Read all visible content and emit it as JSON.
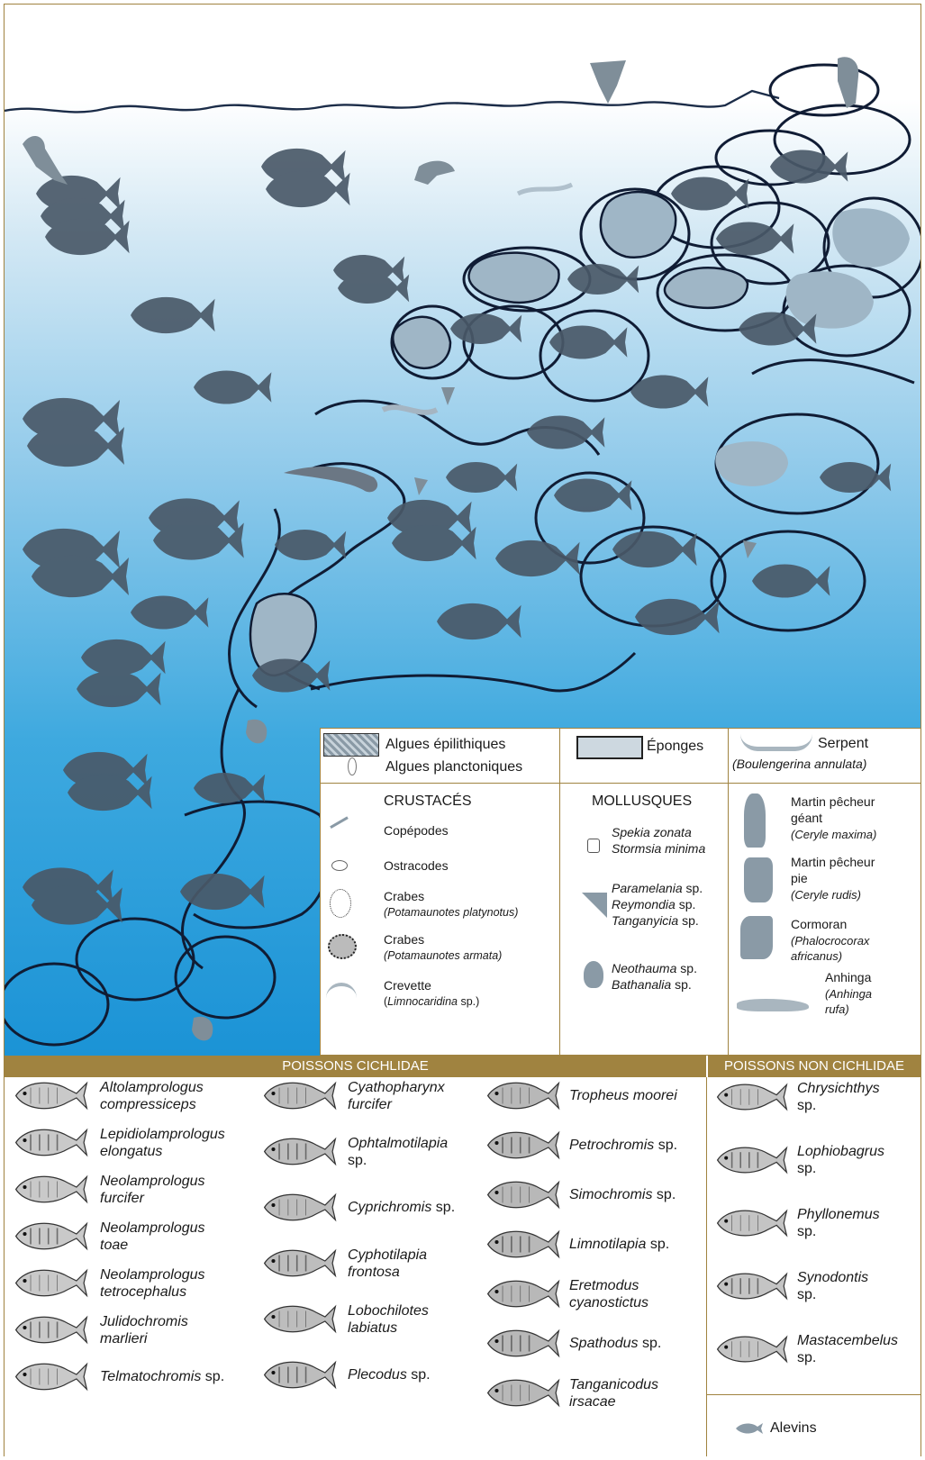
{
  "legend": {
    "algues_epi": "Algues épilithiques",
    "algues_plancto": "Algues planctoniques",
    "eponges": "Éponges",
    "serpent": "Serpent",
    "serpent_sci": "(Boulengerina annulata)",
    "crustaces_title": "CRUSTACÉS",
    "copepodes": "Copépodes",
    "ostracodes": "Ostracodes",
    "crabes1": "Crabes",
    "crabes1_sci": "(Potamaunotes platynotus)",
    "crabes2": "Crabes",
    "crabes2_sci": "(Potamaunotes armata)",
    "crevette": "Crevette",
    "crevette_sci_open": "(",
    "crevette_sci_genus": "Limnocaridina",
    "crevette_sci_close": " sp.)",
    "mollusques_title": "MOLLUSQUES",
    "mol1a": "Spekia zonata",
    "mol1b": "Stormsia minima",
    "mol2a": "Paramelania",
    "mol2b": "Reymondia",
    "mol2c": "Tanganyicia",
    "mol3a": "Neothauma",
    "mol3b": "Bathanalia",
    "sp": "sp.",
    "bird1a": "Martin pêcheur",
    "bird1b": "géant",
    "bird1c": "(Ceryle maxima)",
    "bird2a": "Martin pêcheur",
    "bird2b": "pie",
    "bird2c": "(Ceryle rudis)",
    "bird3a": "Cormoran",
    "bird3b": "(Phalocrocorax",
    "bird3c": "africanus)",
    "bird4a": "Anhinga",
    "bird4b": "(Anhinga",
    "bird4c": "rufa)"
  },
  "bands": {
    "cichlidae": "POISSONS CICHLIDAE",
    "non_cichlidae": "POISSONS NON CICHLIDAE"
  },
  "cichlids_col1": [
    {
      "l1": "Altolamprologus",
      "l2": "compressiceps",
      "suffix": ""
    },
    {
      "l1": "Lepidiolamprologus",
      "l2": "elongatus",
      "suffix": ""
    },
    {
      "l1": "Neolamprologus",
      "l2": "furcifer",
      "suffix": ""
    },
    {
      "l1": "Neolamprologus",
      "l2": "toae",
      "suffix": ""
    },
    {
      "l1": "Neolamprologus",
      "l2": "tetrocephalus",
      "suffix": ""
    },
    {
      "l1": "Julidochromis",
      "l2": "marlieri",
      "suffix": ""
    },
    {
      "l1": "Telmatochromis",
      "l2": "",
      "suffix": " sp."
    }
  ],
  "cichlids_col2": [
    {
      "l1": "Cyathopharynx",
      "l2": "furcifer",
      "suffix": ""
    },
    {
      "l1": "Ophtalmotilapia",
      "l2": "",
      "suffix": "sp."
    },
    {
      "l1": "Cyprichromis",
      "l2": "",
      "suffix": " sp."
    },
    {
      "l1": "Cyphotilapia",
      "l2": "frontosa",
      "suffix": ""
    },
    {
      "l1": "Lobochilotes",
      "l2": "labiatus",
      "suffix": ""
    },
    {
      "l1": "Plecodus",
      "l2": "",
      "suffix": " sp."
    }
  ],
  "cichlids_col3": [
    {
      "l1": "Tropheus moorei",
      "l2": "",
      "suffix": ""
    },
    {
      "l1": "Petrochromis",
      "l2": "",
      "suffix": " sp."
    },
    {
      "l1": "Simochromis",
      "l2": "",
      "suffix": " sp."
    },
    {
      "l1": "Limnotilapia",
      "l2": "",
      "suffix": " sp."
    },
    {
      "l1": "Eretmodus",
      "l2": "cyanostictus",
      "suffix": ""
    },
    {
      "l1": "Spathodus",
      "l2": "",
      "suffix": " sp."
    },
    {
      "l1": "Tanganicodus",
      "l2": "irsacae",
      "suffix": ""
    }
  ],
  "non_cichlids": [
    {
      "l1": "Chrysichthys",
      "l2": "sp."
    },
    {
      "l1": "Lophiobagrus",
      "l2": "sp."
    },
    {
      "l1": "Phyllonemus",
      "l2": "sp."
    },
    {
      "l1": "Synodontis",
      "l2": "sp."
    },
    {
      "l1": "Mastacembelus",
      "l2": " sp."
    }
  ],
  "alevins": "Alevins",
  "colors": {
    "border": "#a08340",
    "water_top": "#ffffff",
    "water_bottom": "#1b93d6",
    "silhouette": "#8a9aa6"
  }
}
